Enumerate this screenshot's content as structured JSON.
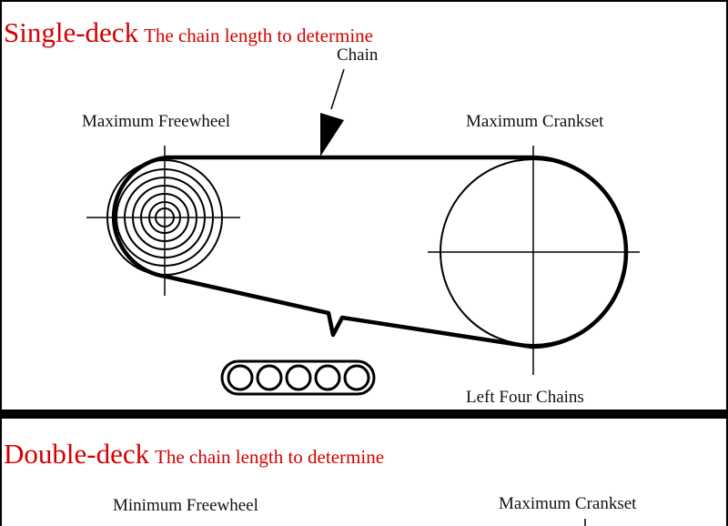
{
  "colors": {
    "title_red": "#d40000",
    "line_black": "#000000",
    "text_black": "#111111"
  },
  "single_deck": {
    "title": "Single-deck",
    "subtitle": "The chain length to determine",
    "labels": {
      "chain": "Chain",
      "freewheel": "Maximum  Freewheel",
      "crankset": "Maximum Crankset",
      "chains_left": "Left Four Chains"
    }
  },
  "double_deck": {
    "title": "Double-deck",
    "subtitle": "The chain length to determine",
    "labels": {
      "freewheel": "Minimum  Freewheel",
      "crankset": "Maximum Crankset"
    }
  }
}
